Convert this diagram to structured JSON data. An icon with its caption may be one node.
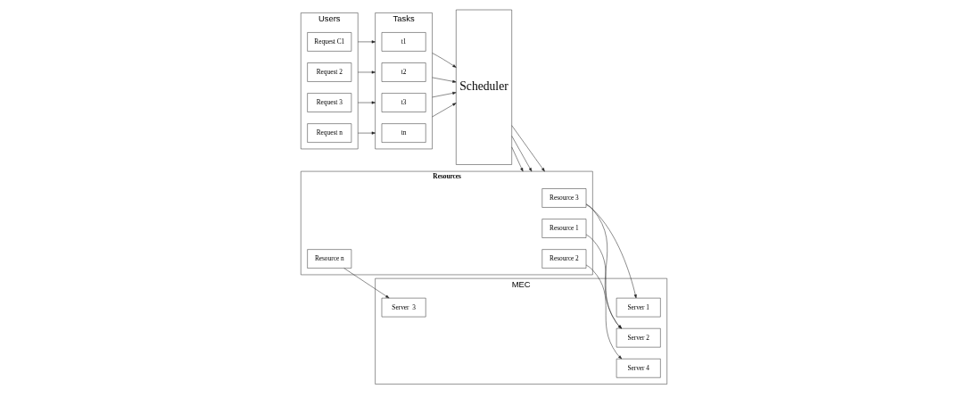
{
  "diagram": {
    "nodes": [
      {
        "text": [
          "Users"
        ]
      },
      {
        "text": [
          "Request C1"
        ],
        "in": 0
      },
      {
        "text": [
          "Request 2"
        ],
        "in": 0
      },
      {
        "text": [
          "Request 3"
        ],
        "in": 0
      },
      {
        "text": [
          "Request n"
        ],
        "in": 0
      },
      {
        "text": [
          "Tasks"
        ]
      },
      {
        "text": [
          "t1"
        ],
        "in": 5
      },
      {
        "text": [
          "t2"
        ],
        "in": 5
      },
      {
        "text": [
          "t3"
        ],
        "in": 5
      },
      {
        "text": [
          "tn"
        ],
        "in": 5
      },
      {
        "text": [
          "Scheduler"
        ]
      },
      {
        "text": [
          "Resources"
        ]
      },
      {
        "text": [
          "Resource 1"
        ],
        "in": 11
      },
      {
        "text": [
          "Resource 2"
        ],
        "in": 11
      },
      {
        "text": [
          "Resource 3"
        ],
        "in": 11
      },
      {
        "text": [
          "Resource n"
        ],
        "in": 11
      },
      {
        "text": [
          "MEC"
        ]
      },
      {
        "text": [
          "Server 1"
        ],
        "in": 16
      },
      {
        "text": [
          "Server 2"
        ],
        "in": 16
      },
      {
        "text": [
          "Server  3"
        ],
        "in": 16
      },
      {
        "text": [
          "Server 4"
        ],
        "in": 16
      }
    ],
    "edges": [
      {
        "from": 0,
        "to": 5,
        "arrow": "to"
      },
      {
        "from": 0,
        "to": 5,
        "arrow": "to"
      },
      {
        "from": 0,
        "to": 5,
        "arrow": "to"
      },
      {
        "from": 0,
        "to": 5,
        "arrow": "to"
      },
      {
        "from": 5,
        "to": 10,
        "arrow": "to"
      },
      {
        "from": 5,
        "to": 10,
        "arrow": "to"
      },
      {
        "from": 5,
        "to": 10,
        "arrow": "to"
      },
      {
        "from": 5,
        "to": 10,
        "arrow": "to"
      },
      {
        "from": 10,
        "to": 11,
        "arrow": "to"
      },
      {
        "from": 10,
        "to": 11,
        "arrow": "to"
      },
      {
        "from": 10,
        "to": 11,
        "arrow": "to"
      },
      {
        "from": 12,
        "to": 18,
        "arrow": "to"
      },
      {
        "from": 13,
        "to": 20,
        "arrow": "to"
      },
      {
        "from": 14,
        "to": 17,
        "arrow": "to"
      },
      {
        "from": 14,
        "to": 18,
        "arrow": "to"
      },
      {
        "from": 15,
        "to": 19,
        "arrow": "to"
      }
    ]
  }
}
